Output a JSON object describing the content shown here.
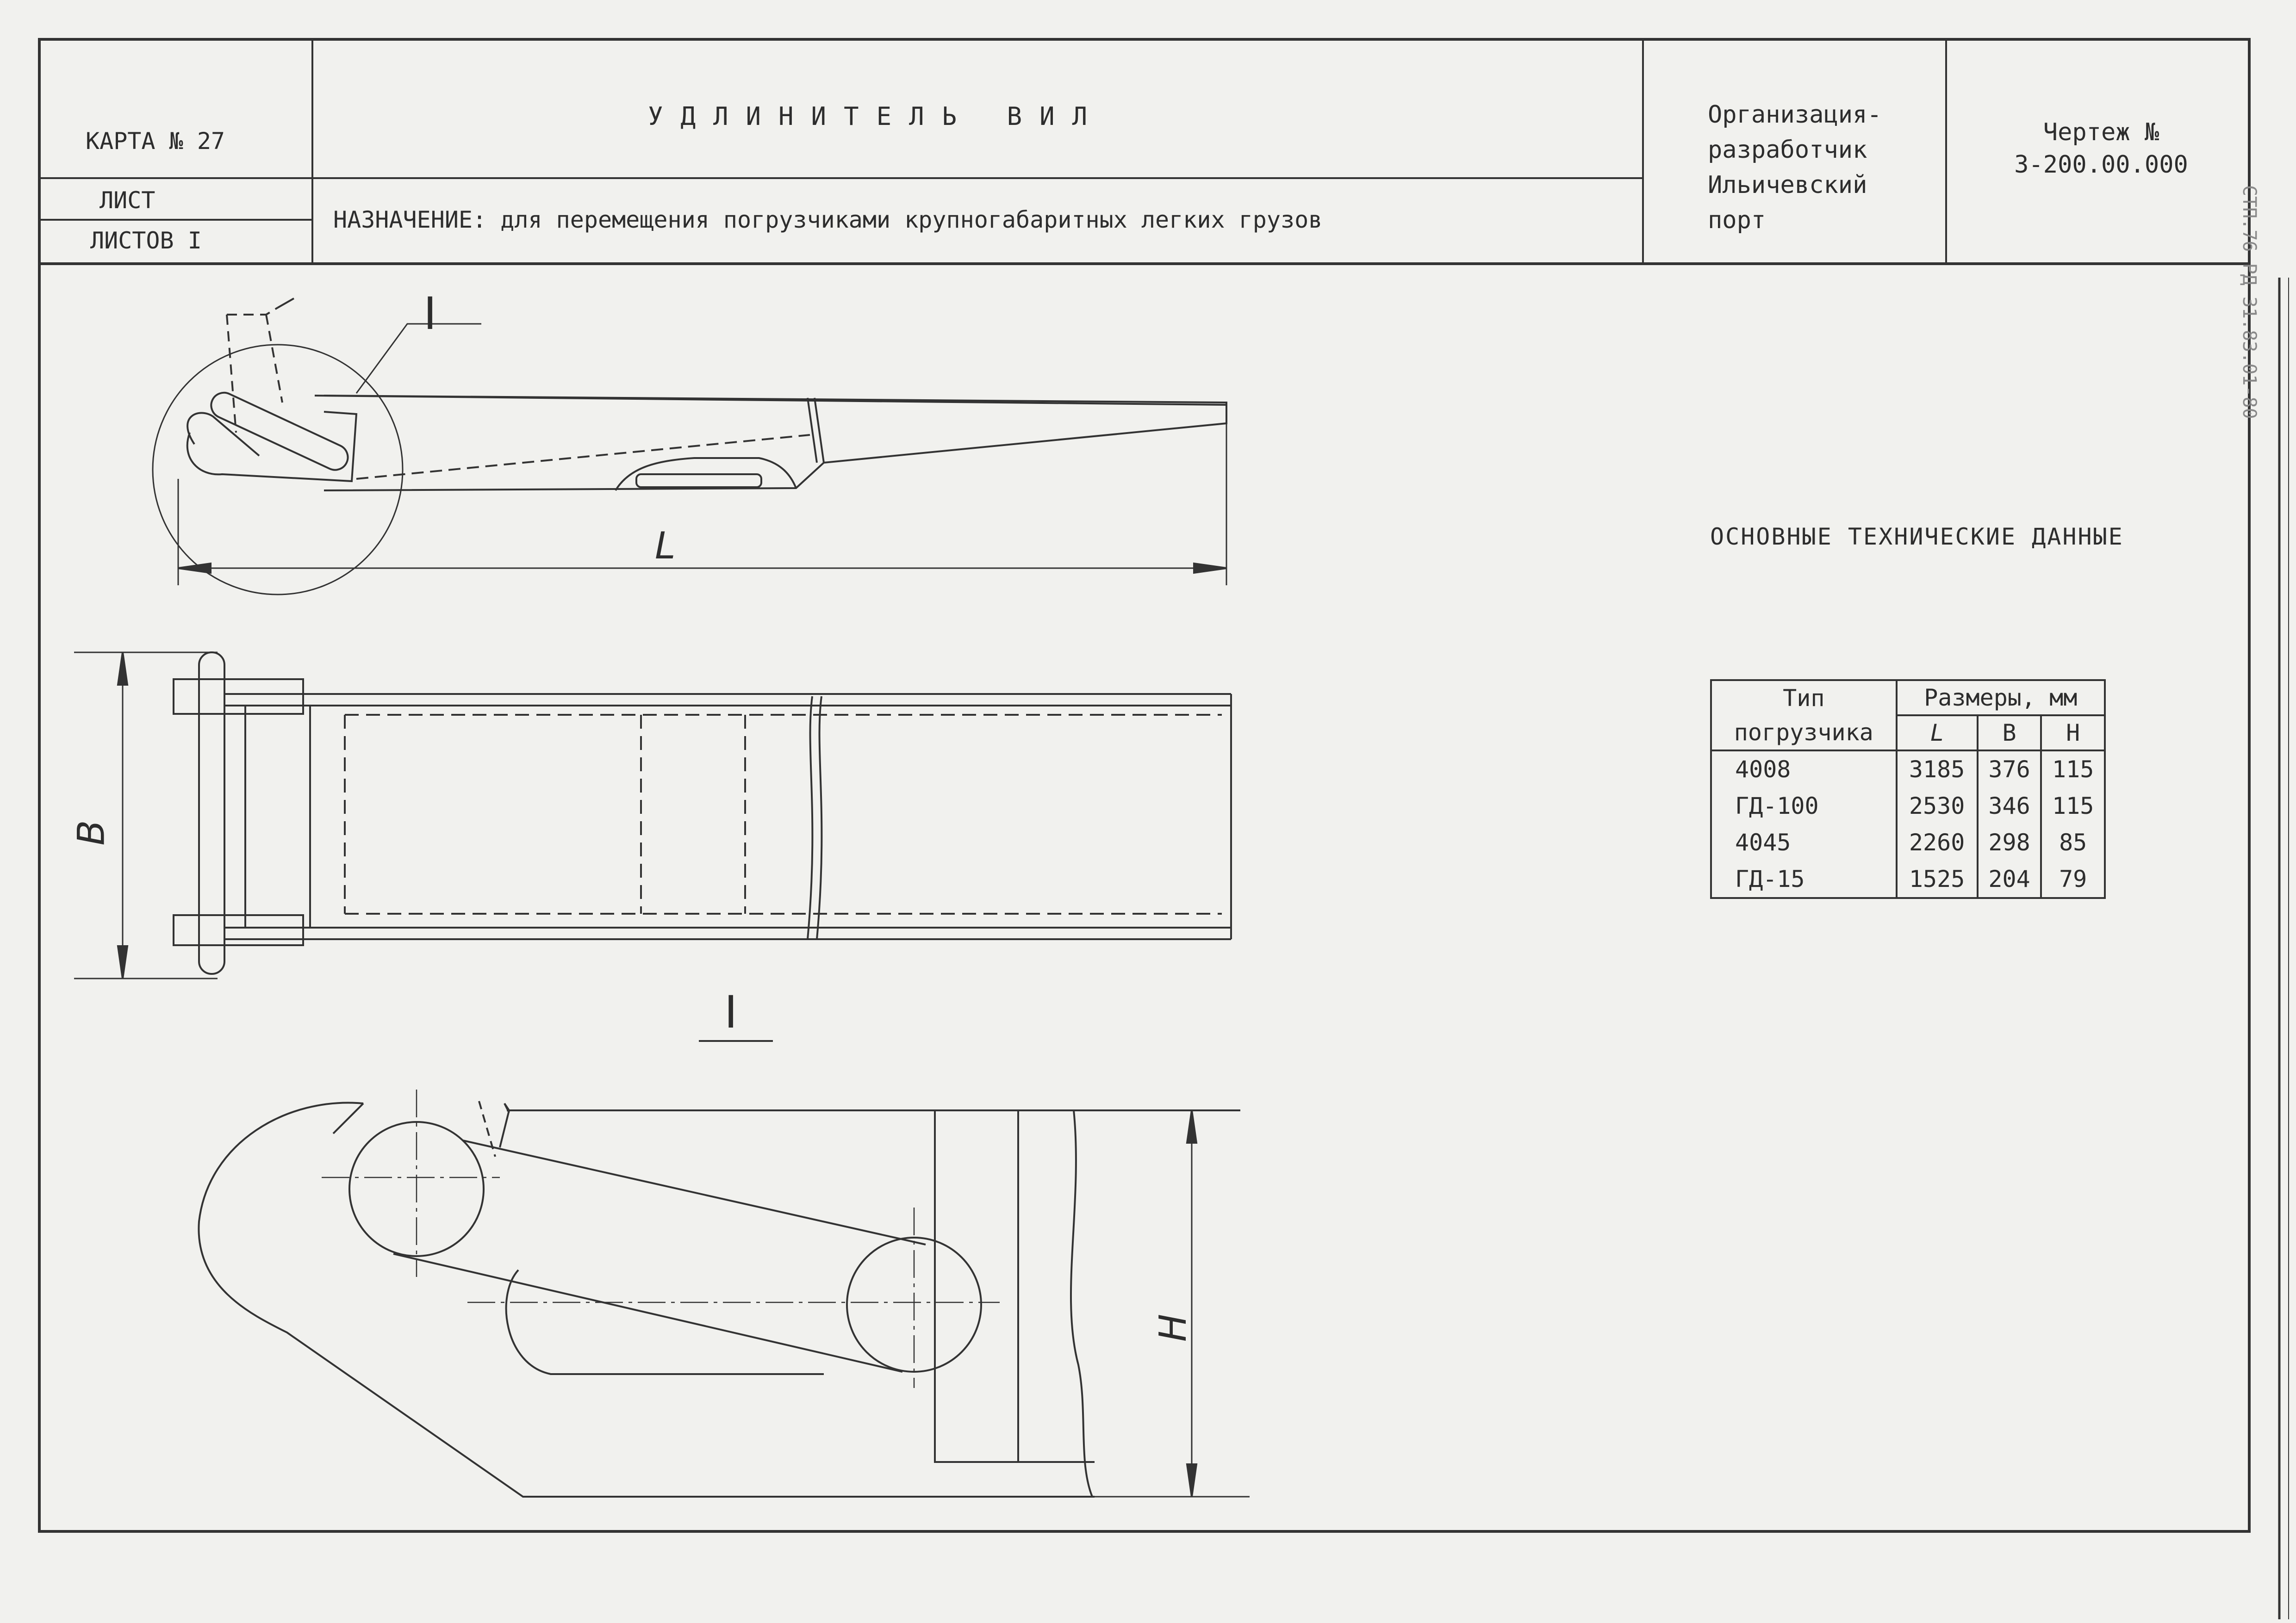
{
  "title_block": {
    "card_label": "КАРТА № 27",
    "title": "УДЛИНИТЕЛЬ ВИЛ",
    "sheet_label": "ЛИСТ",
    "sheets_label": "ЛИСТОВ I",
    "purpose_text": "НАЗНАЧЕНИЕ: для перемещения погрузчиками крупногабаритных легких грузов",
    "org_text": "Организация-разработчик Ильичевский порт",
    "drawing_label": "Чертеж №",
    "drawing_number": "3-200.00.000",
    "side_code": "СТП.76 РД 31.83.01-80"
  },
  "drawing": {
    "dim_L": "L",
    "dim_B": "B",
    "dim_H": "H",
    "callout": "I",
    "detail_label": "I"
  },
  "specs": {
    "heading": "ОСНОВНЫЕ ТЕХНИЧЕСКИЕ ДАННЫЕ",
    "col_type_line1": "Тип",
    "col_type_line2": "погрузчика",
    "col_sizes": "Размеры, мм",
    "col_L": "L",
    "col_B": "B",
    "col_H": "H",
    "rows": [
      {
        "type": "4008",
        "L": "3185",
        "B": "376",
        "H": "115"
      },
      {
        "type": "ГД-100",
        "L": "2530",
        "B": "346",
        "H": "115"
      },
      {
        "type": "4045",
        "L": "2260",
        "B": "298",
        "H": "85"
      },
      {
        "type": "ГД-15",
        "L": "1525",
        "B": "204",
        "H": "79"
      }
    ]
  }
}
